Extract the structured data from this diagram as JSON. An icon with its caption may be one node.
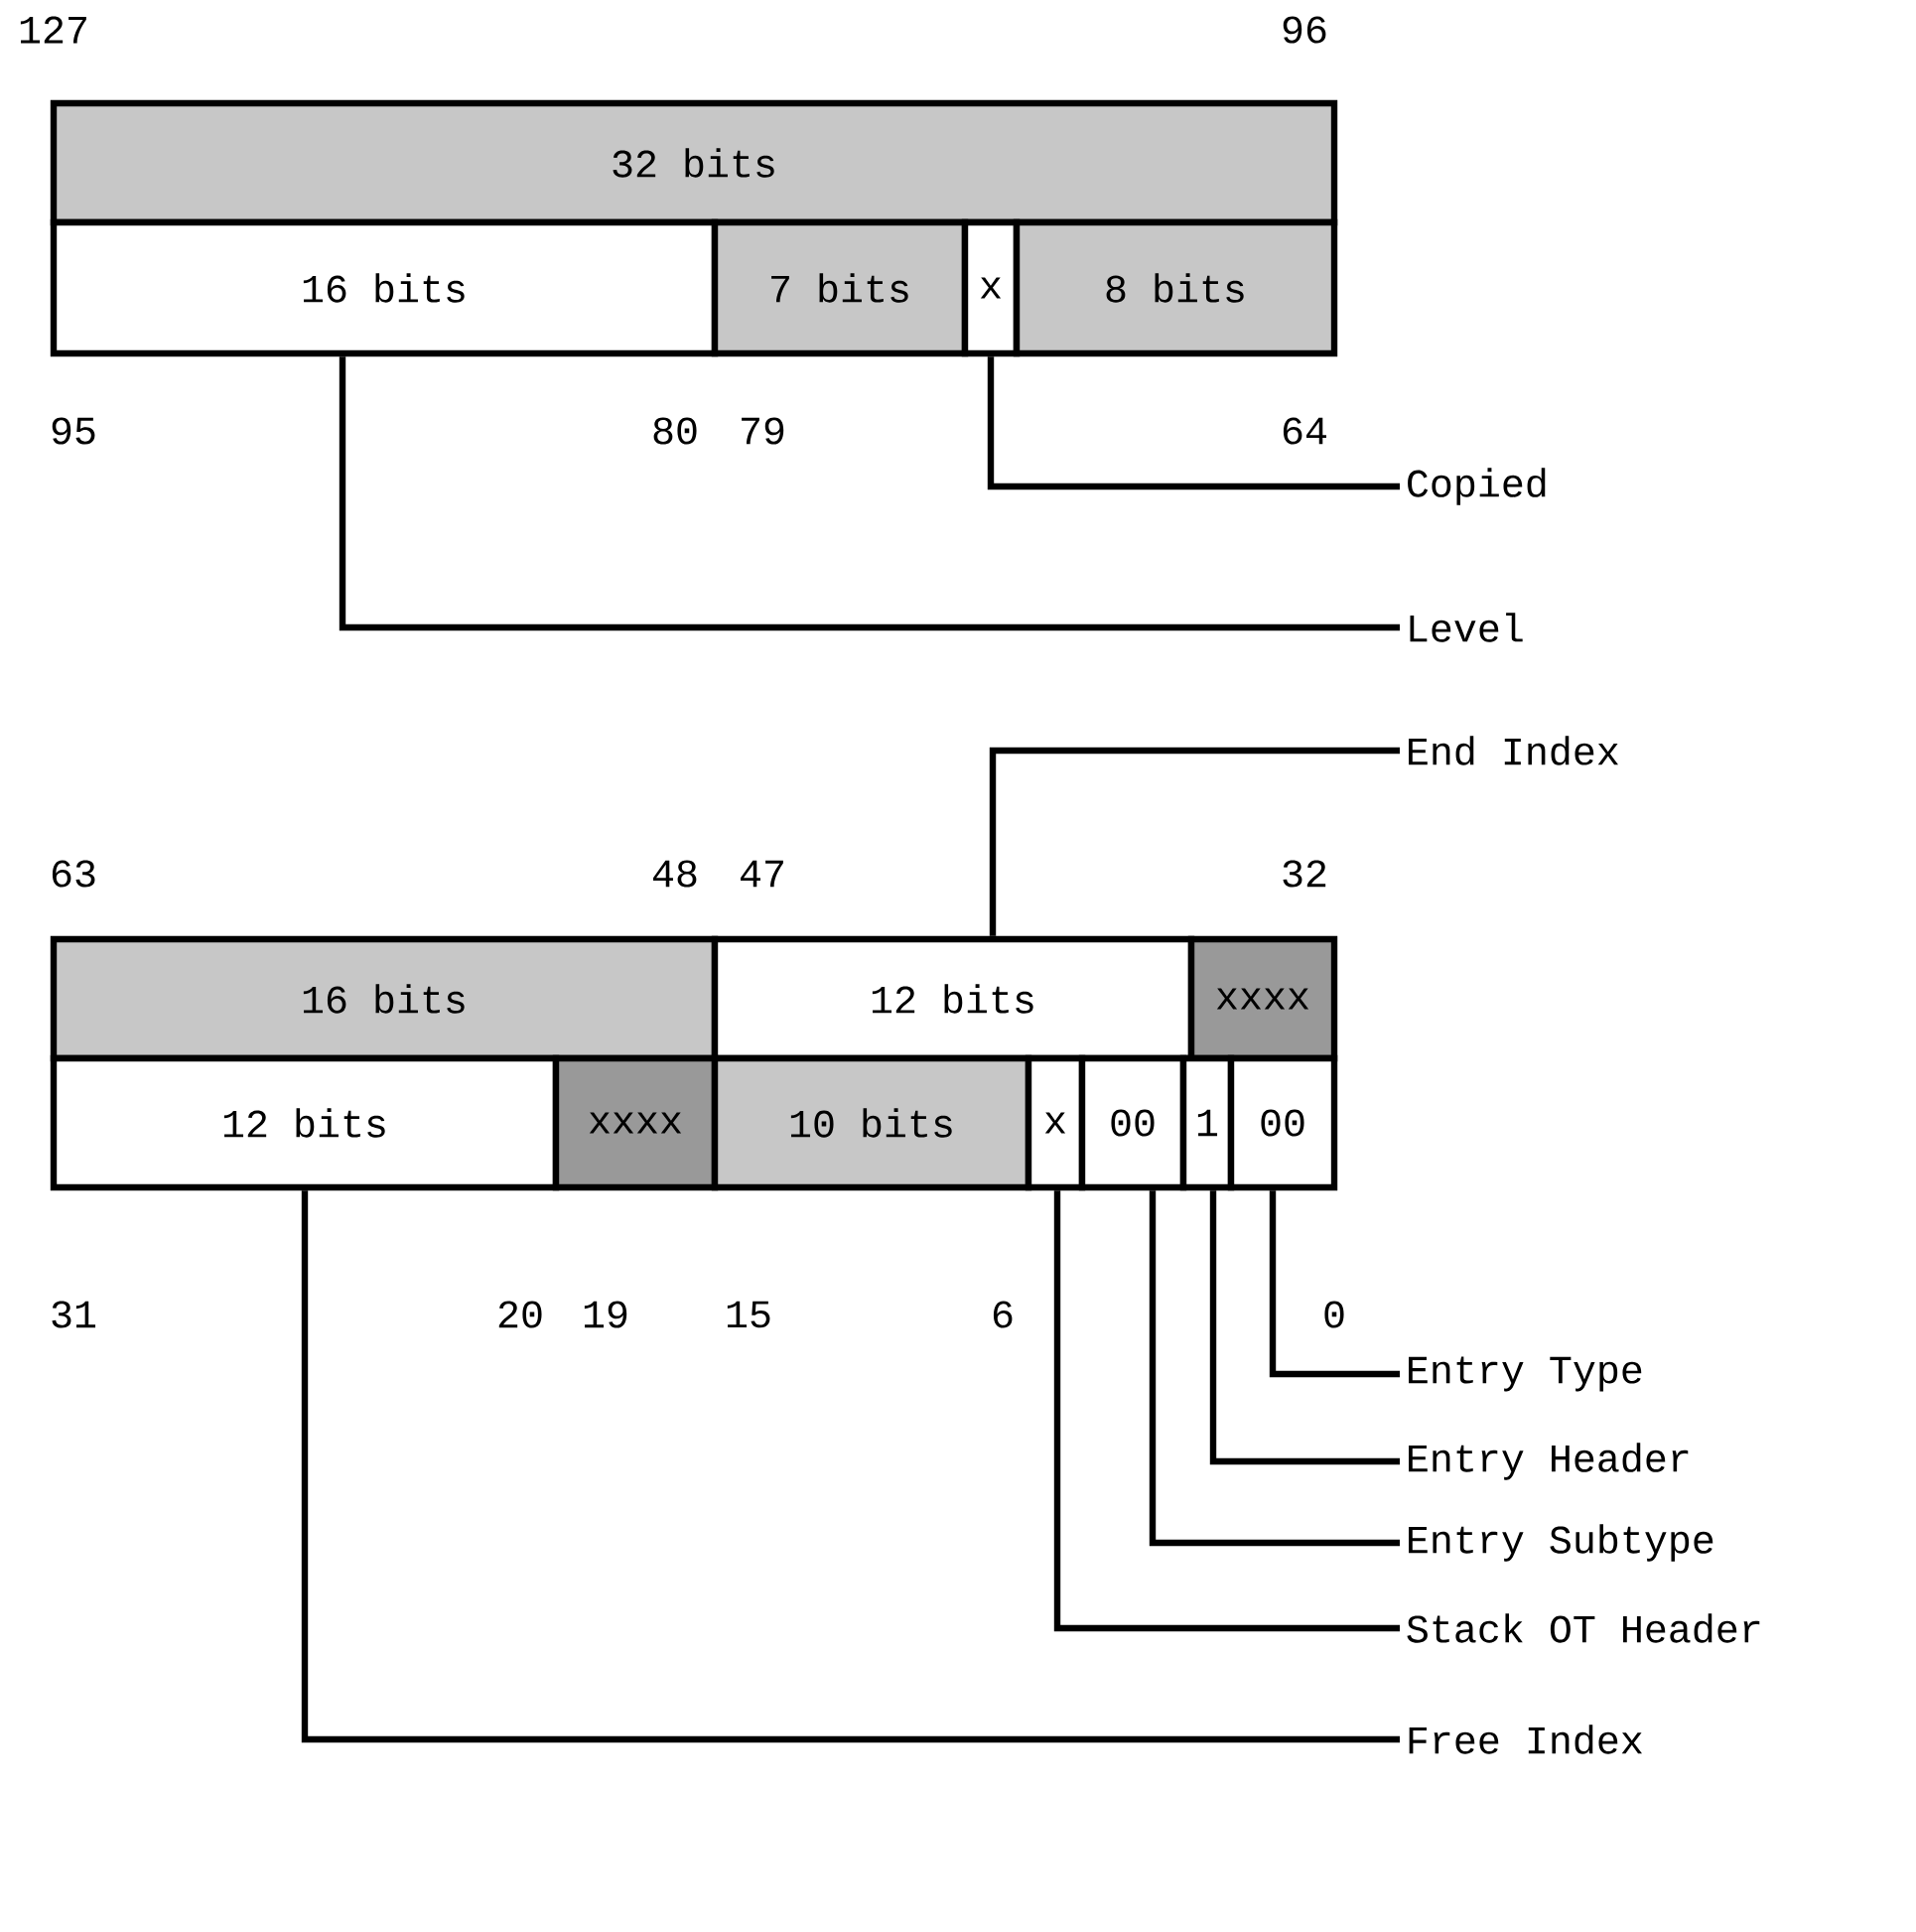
{
  "diagram": {
    "nodes": [
      {
        "text": [
          "32 bits"
        ]
      },
      {
        "text": [
          "16 bits"
        ]
      },
      {
        "text": [
          "7 bits"
        ]
      },
      {
        "text": [
          "x"
        ]
      },
      {
        "text": [
          "8 bits"
        ]
      },
      {
        "text": [
          "16 bits"
        ]
      },
      {
        "text": [
          "12 bits"
        ]
      },
      {
        "text": [
          "xxxx"
        ]
      },
      {
        "text": [
          "12 bits"
        ]
      },
      {
        "text": [
          "xxxx"
        ]
      },
      {
        "text": [
          "10 bits"
        ]
      },
      {
        "text": [
          "x"
        ]
      },
      {
        "text": [
          "00"
        ]
      },
      {
        "text": [
          "1"
        ]
      },
      {
        "text": [
          "00"
        ]
      },
      {
        "text": [
          "Copied"
        ]
      },
      {
        "text": [
          "Level"
        ]
      },
      {
        "text": [
          "End Index"
        ]
      },
      {
        "text": [
          "Entry Type"
        ]
      },
      {
        "text": [
          "Entry Header"
        ]
      },
      {
        "text": [
          "Entry Subtype"
        ]
      },
      {
        "text": [
          "Stack OT Header"
        ]
      },
      {
        "text": [
          "Free Index"
        ]
      }
    ],
    "edges": [
      {
        "from": 3,
        "to": 15,
        "arrow": "none"
      },
      {
        "from": 1,
        "to": 16,
        "arrow": "none"
      },
      {
        "from": 6,
        "to": 17,
        "arrow": "none"
      },
      {
        "from": 14,
        "to": 18,
        "arrow": "none"
      },
      {
        "from": 13,
        "to": 19,
        "arrow": "none"
      },
      {
        "from": 12,
        "to": 20,
        "arrow": "none"
      },
      {
        "from": 11,
        "to": 21,
        "arrow": "none"
      },
      {
        "from": 8,
        "to": 22,
        "arrow": "none"
      }
    ],
    "labels": [
      "127",
      "96",
      "95",
      "80",
      "79",
      "64",
      "63",
      "48",
      "47",
      "32",
      "31",
      "20",
      "19",
      "15",
      "6",
      "0"
    ]
  }
}
